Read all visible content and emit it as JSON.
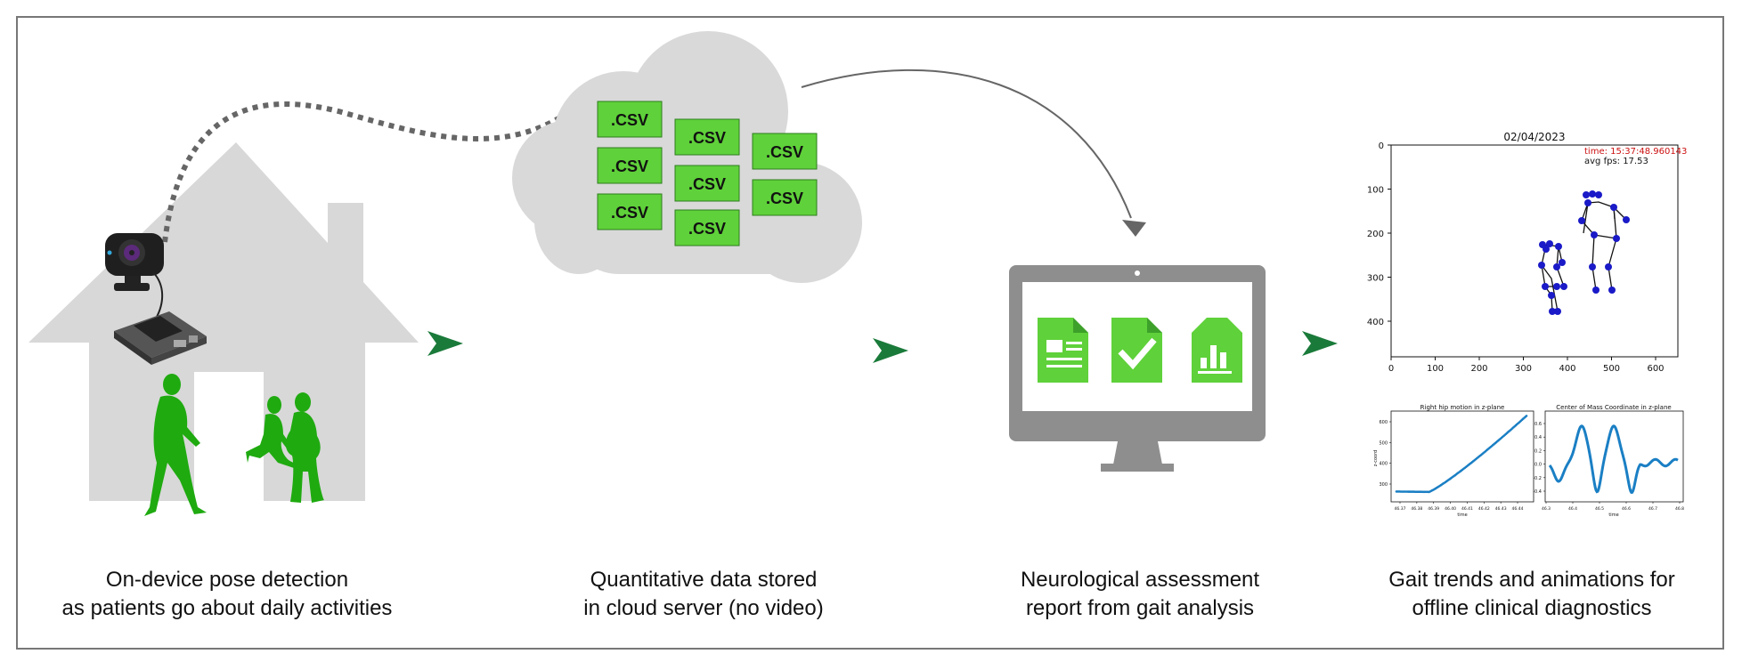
{
  "captions": {
    "step1": {
      "line1": "On-device pose detection",
      "line2": "as patients go about daily activities"
    },
    "step2": {
      "line1": "Quantitative data stored",
      "line2": "in cloud server (no video)"
    },
    "step3": {
      "line1": "Neurological assessment",
      "line2": "report from gait analysis"
    },
    "step4": {
      "line1": "Gait trends and animations for",
      "line2": "offline clinical diagnostics"
    }
  },
  "cloud": {
    "file_label": ".CSV",
    "file_count": 8
  },
  "report_icons": [
    "document-icon",
    "checkmark-icon",
    "bar-chart-icon"
  ],
  "pose_plot": {
    "title": "02/04/2023",
    "time_text": "time: 15:37:48.960143",
    "fps_text": "avg fps: 17.53",
    "x_ticks": [
      "0",
      "100",
      "200",
      "300",
      "400",
      "500",
      "600"
    ],
    "y_ticks": [
      "0",
      "100",
      "200",
      "300",
      "400"
    ]
  },
  "mini_plot_left": {
    "title": "Right hip motion in z-plane",
    "ylabel": "z-coord",
    "xlabel": "time",
    "y_ticks": [
      "600",
      "500",
      "400",
      "300"
    ],
    "x_ticks": [
      "46.37",
      "46.38",
      "46.39",
      "46.40",
      "46.41",
      "46.42",
      "46.43",
      "46.44"
    ]
  },
  "mini_plot_right": {
    "title": "Center of Mass Coordinate in z-plane",
    "xlabel": "time",
    "y_ticks": [
      "0.6",
      "0.4",
      "0.2",
      "0.0",
      "-0.2",
      "-0.4"
    ],
    "x_ticks": [
      "46.3",
      "46.4",
      "46.5",
      "46.6",
      "46.7",
      "46.8"
    ]
  },
  "colors": {
    "green": "#5fd13a",
    "dark_green": "#1a7a3a",
    "figure_green": "#1faa10",
    "house_grey": "#d9d9d9",
    "monitor_grey": "#8e8e8e",
    "plot_blue": "#1a7fc4"
  }
}
